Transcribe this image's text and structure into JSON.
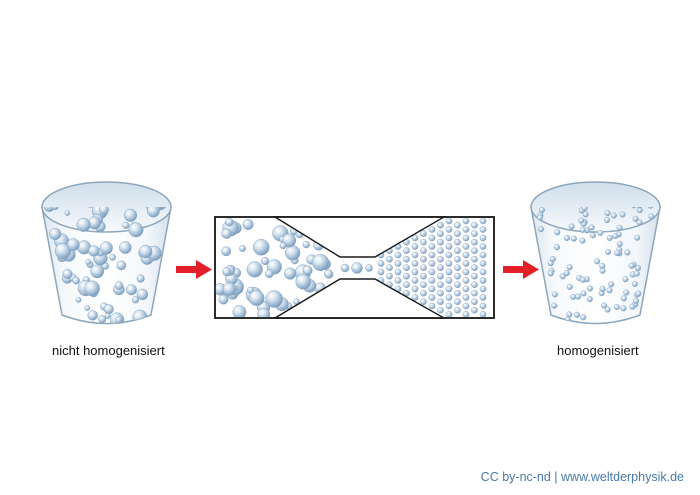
{
  "labels": {
    "before": "nicht homogenisiert",
    "after": "homogenisiert"
  },
  "credit": "CC by-nc-nd | www.weltderphysik.de",
  "colors": {
    "arrow": "#e3202a",
    "bubble": "#9fbad3",
    "bubble_highlight": "#ffffff",
    "cup_outline": "#8ea6bb",
    "credit_text": "#4a78a8"
  }
}
